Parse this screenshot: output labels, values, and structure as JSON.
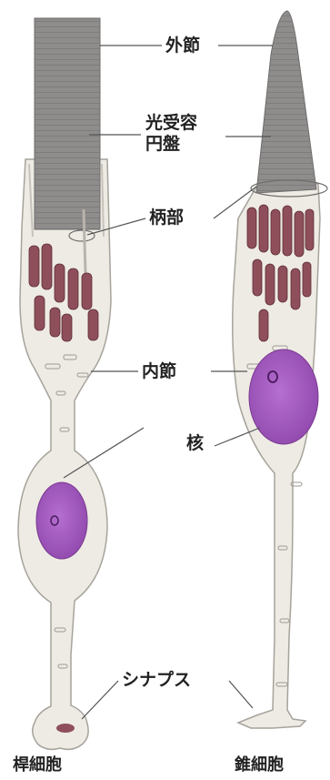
{
  "labels": {
    "outer_segment": "外節",
    "disc_line1": "光受容",
    "disc_line2": "円盤",
    "stalk": "柄部",
    "inner_segment": "内節",
    "nucleus": "核",
    "synapse": "シナプス"
  },
  "captions": {
    "rod": "桿細胞",
    "cone": "錐細胞"
  },
  "colors": {
    "outer_segment": "#8d8a8a",
    "cell_body": "#eeebe4",
    "cell_outline": "#a6a39b",
    "mitochondria": "#8e4f5b",
    "nucleus": "#a65bc0",
    "leader_line": "#555555"
  }
}
